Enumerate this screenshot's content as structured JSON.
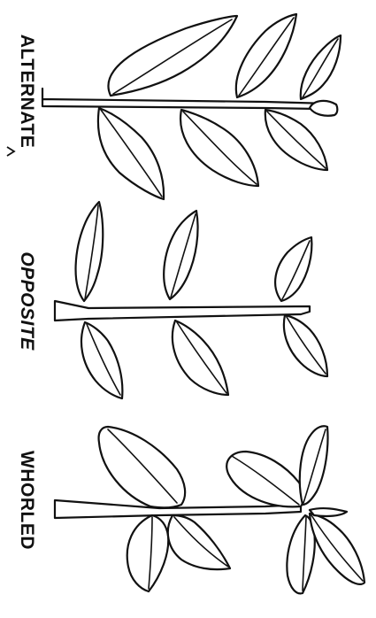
{
  "labels": {
    "alternate": "ALTERNATE",
    "opposite": "OPPOSITE",
    "whorled": "WHORLED"
  },
  "colors": {
    "ink": "#111111",
    "background": "#ffffff"
  }
}
